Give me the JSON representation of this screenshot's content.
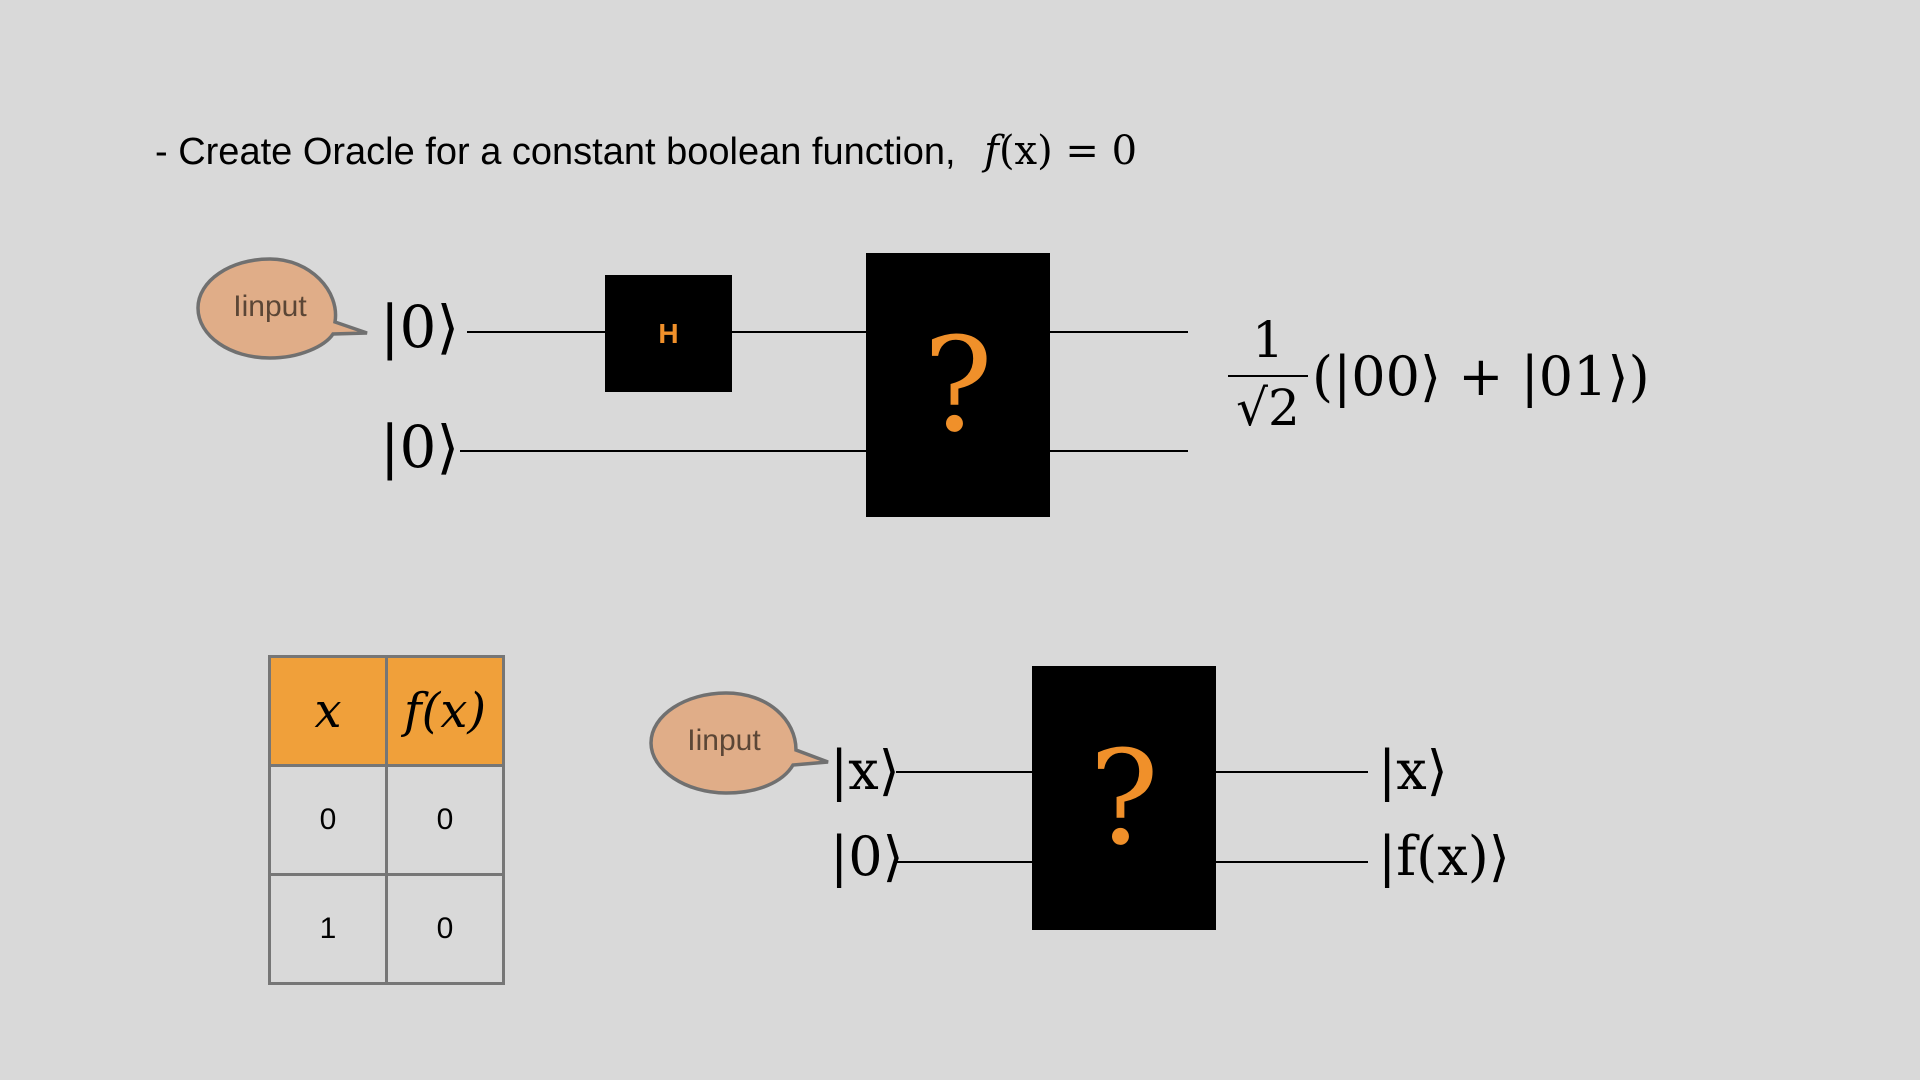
{
  "heading": {
    "text": "- Create Oracle for a constant boolean function,",
    "formula_func": "f",
    "formula_arg": "(x)",
    "formula_rhs": " = 0"
  },
  "circuit1": {
    "bubble_label": "Iinput",
    "ket_top": "|0⟩",
    "ket_bottom": "|0⟩",
    "hadamard_label": "H",
    "oracle_label": "?",
    "output_numerator": "1",
    "output_denominator": "√2",
    "output_state": "(|00⟩ + |01⟩)"
  },
  "truth_table": {
    "headers": [
      "x",
      "f(x)"
    ],
    "rows": [
      [
        "0",
        "0"
      ],
      [
        "1",
        "0"
      ]
    ]
  },
  "circuit2": {
    "bubble_label": "Iinput",
    "in_top": "|x⟩",
    "in_bottom": "|0⟩",
    "oracle_label": "?",
    "out_top": "|x⟩",
    "out_bottom": "|f(x)⟩"
  },
  "colors": {
    "background": "#d9d9d9",
    "accent_orange": "#f0902a",
    "table_header": "#f0a03a",
    "bubble_fill": "#e0ad88",
    "bubble_stroke": "#707070"
  }
}
